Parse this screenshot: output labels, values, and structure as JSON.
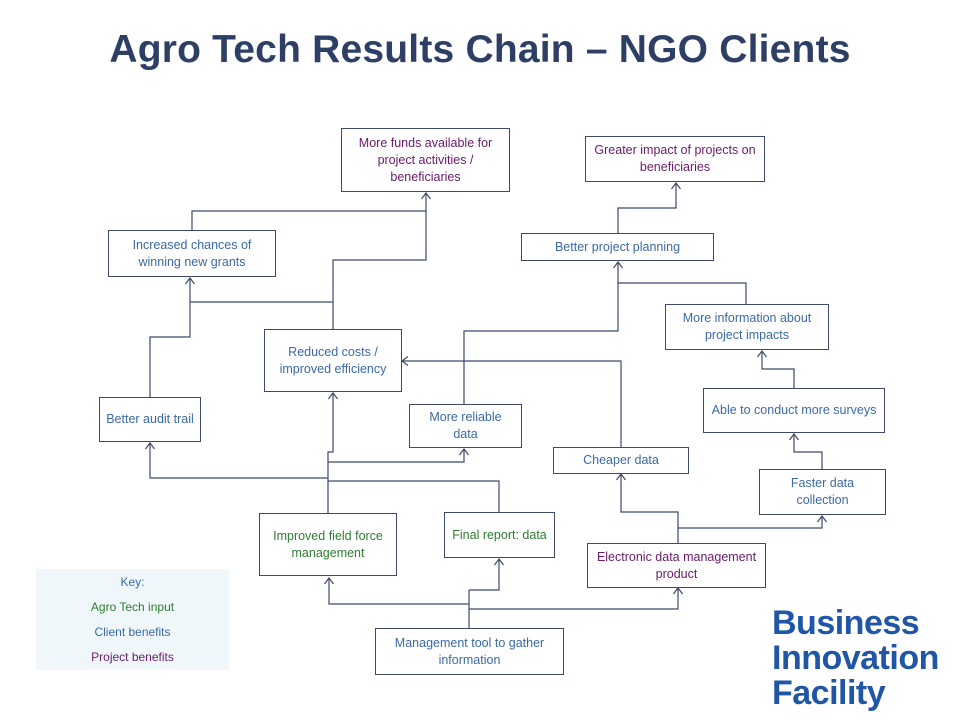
{
  "title": "Agro Tech Results Chain – NGO Clients",
  "boxes": {
    "more_funds": "More funds available for project activities / beneficiaries",
    "greater_impact": "Greater impact of projects on beneficiaries",
    "increased_grants": "Increased chances of winning new grants",
    "better_planning": "Better project planning",
    "more_info": "More information about project impacts",
    "reduced_costs": "Reduced costs / improved efficiency",
    "better_audit": "Better audit trail",
    "more_reliable": "More reliable data",
    "more_surveys": "Able to conduct more surveys",
    "cheaper_data": "Cheaper data",
    "faster_collection": "Faster data collection",
    "field_force": "Improved field force management",
    "final_report": "Final report: data",
    "electronic_product": "Electronic data management product",
    "management_tool": "Management tool to gather information"
  },
  "key": {
    "heading": "Key:",
    "input": "Agro Tech input",
    "client": "Client benefits",
    "project": "Project benefits"
  },
  "logo": {
    "line1": "Business",
    "line2": "Innovation",
    "line3": "Facility"
  },
  "colors": {
    "title": "#2e3f66",
    "agro_tech_input": "#2e7d32",
    "client_benefits": "#3b6aa6",
    "project_benefits": "#6b1a6b",
    "logo": "#1f56a5",
    "lines": "#3f4a6b"
  }
}
